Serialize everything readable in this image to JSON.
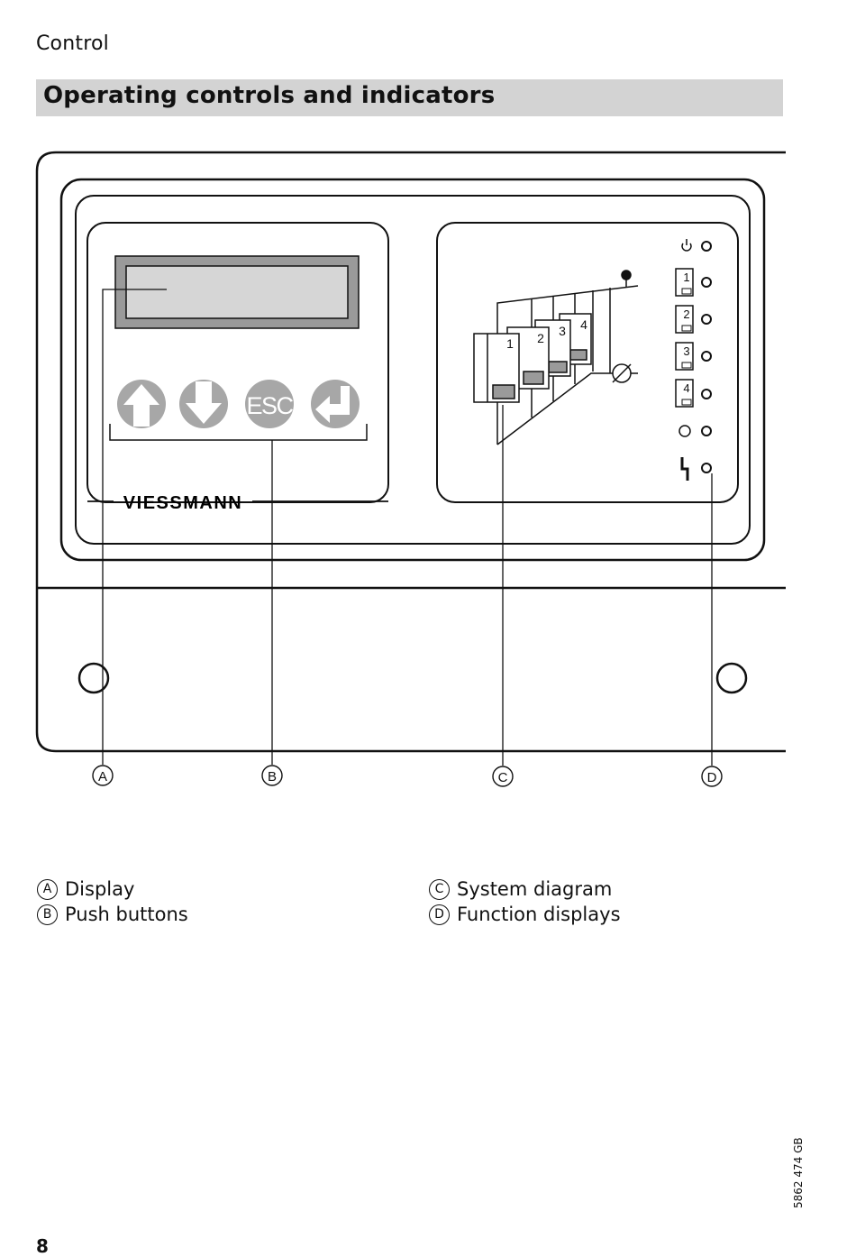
{
  "header": {
    "section": "Control",
    "title": "Operating controls and indicators"
  },
  "panel": {
    "brand": "VIESSMANN",
    "buttons": [
      {
        "name": "up-arrow",
        "label": ""
      },
      {
        "name": "down-arrow",
        "label": ""
      },
      {
        "name": "esc",
        "label": "ESC"
      },
      {
        "name": "enter",
        "label": ""
      }
    ],
    "system_modules": [
      "1",
      "2",
      "3",
      "4"
    ],
    "function_indicators": [
      {
        "icon": "power-icon",
        "label": ""
      },
      {
        "icon": "module-icon",
        "label": "1"
      },
      {
        "icon": "module-icon",
        "label": "2"
      },
      {
        "icon": "module-icon",
        "label": "3"
      },
      {
        "icon": "module-icon",
        "label": "4"
      },
      {
        "icon": "flame-icon",
        "label": ""
      },
      {
        "icon": "fault-icon",
        "label": ""
      }
    ]
  },
  "callouts": [
    "A",
    "B",
    "C",
    "D"
  ],
  "legend": {
    "left": [
      {
        "key": "A",
        "text": "Display"
      },
      {
        "key": "B",
        "text": "Push buttons"
      }
    ],
    "right": [
      {
        "key": "C",
        "text": "System diagram"
      },
      {
        "key": "D",
        "text": "Function displays"
      }
    ]
  },
  "footer": {
    "doc_code": "5862 474 GB",
    "page_number": "8"
  },
  "colors": {
    "title_bar": "#d3d3d3",
    "button_fill": "#a7a7a7",
    "display_frame": "#9a9a9a",
    "display_screen": "#d6d6d6"
  }
}
